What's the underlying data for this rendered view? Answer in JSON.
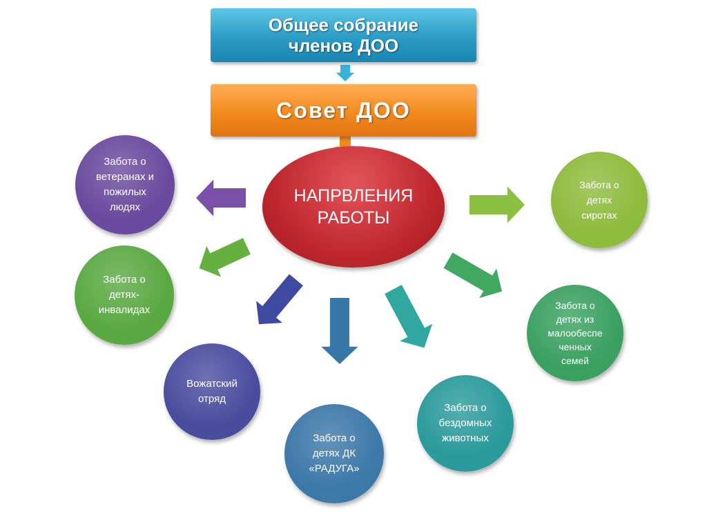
{
  "top_box": "Общее собрание членов ДОО",
  "council_box": "Совет ДОО",
  "center": "НАПРВЛЕНИЯ\nРАБОТЫ",
  "nodes": [
    {
      "label": "Забота о\nветеранах и\nпожилых\nлюдях",
      "color": "#6a4a9e"
    },
    {
      "label": "Забота о\nдетях\nсиротах",
      "color": "#8dbb3c"
    },
    {
      "label": "Забота о\nдетях-\nинвалидах",
      "color": "#5aa842"
    },
    {
      "label": "Забота о\nдетях из\nмалообеспе\nченных\nсемей",
      "color": "#3aa060"
    },
    {
      "label": "Вожатский\nотряд",
      "color": "#4a4d9e"
    },
    {
      "label": "Забота о\nдетях  ДК\n«РАДУГА»",
      "color": "#3c78a8"
    },
    {
      "label": "Забота о\nбездомных\nживотных",
      "color": "#2a9a9a"
    }
  ]
}
